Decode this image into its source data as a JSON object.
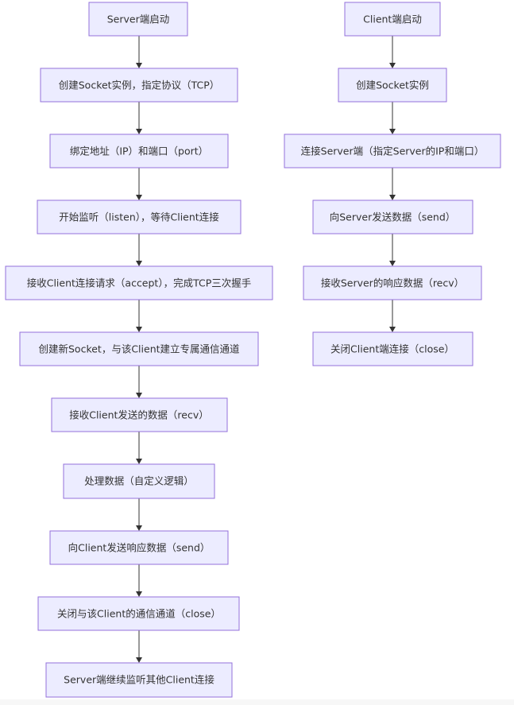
{
  "server_flow": {
    "steps": [
      "Server端启动",
      "创建Socket实例，指定协议（TCP）",
      "绑定地址（IP）和端口（port）",
      "开始监听（listen），等待Client连接",
      "接收Client连接请求（accept），完成TCP三次握手",
      "创建新Socket，与该Client建立专属通信通道",
      "接收Client发送的数据（recv）",
      "处理数据（自定义逻辑）",
      "向Client发送响应数据（send）",
      "关闭与该Client的通信通道（close）",
      "Server端继续监听其他Client连接"
    ]
  },
  "client_flow": {
    "steps": [
      "Client端启动",
      "创建Socket实例",
      "连接Server端（指定Server的IP和端口）",
      "向Server发送数据（send）",
      "接收Server的响应数据（recv）",
      "关闭Client端连接（close）"
    ]
  }
}
